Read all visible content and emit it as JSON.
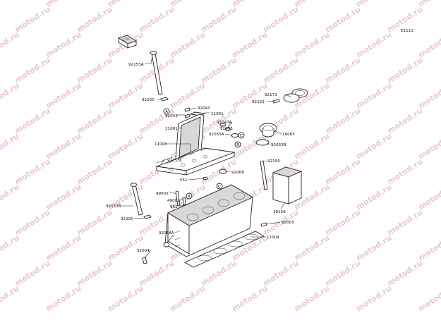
{
  "diagram": {
    "ref_code": "E1111",
    "watermark": "motod.ru",
    "circle_markers": {
      "a": "A",
      "b": "B",
      "c": "C"
    },
    "parts": [
      "92153A",
      "92200",
      "92043",
      "92043",
      "11061",
      "11061",
      "11008",
      "92153C",
      "49002",
      "49002",
      "551",
      "551",
      "92153B",
      "92200",
      "92068A",
      "92004",
      "92171",
      "92153",
      "92043A",
      "92055",
      "92055A",
      "16065",
      "92055B",
      "92150",
      "92068",
      "39156",
      "92005",
      "11004"
    ]
  }
}
